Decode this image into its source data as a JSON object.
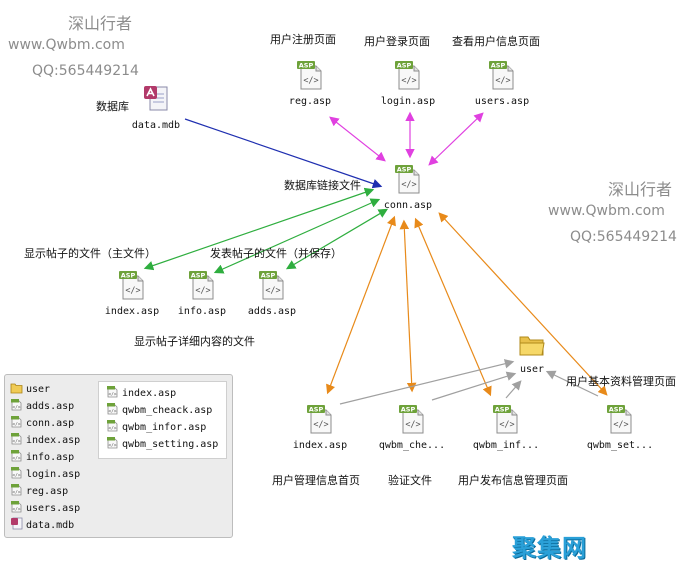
{
  "watermark_tl": {
    "name": "深山行者",
    "site": "www.Qwbm.com",
    "qq": "QQ:565449214"
  },
  "watermark_r": {
    "name": "深山行者",
    "site": "www.Qwbm.com",
    "qq": "QQ:565449214"
  },
  "nodes": {
    "reg": {
      "file": "reg.asp",
      "caption": "用户注册页面"
    },
    "login": {
      "file": "login.asp",
      "caption": "用户登录页面"
    },
    "users": {
      "file": "users.asp",
      "caption": "查看用户信息页面"
    },
    "db": {
      "file": "data.mdb",
      "caption": "数据库"
    },
    "conn": {
      "file": "conn.asp",
      "caption": "数据库链接文件"
    },
    "index": {
      "file": "index.asp",
      "caption": "显示帖子的文件（主文件）"
    },
    "info": {
      "file": "info.asp",
      "caption": "显示帖子详细内容的文件"
    },
    "adds": {
      "file": "adds.asp",
      "caption": "发表帖子的文件（并保存）"
    },
    "user": {
      "file": "user",
      "caption": "用户基本资料管理页面"
    },
    "u_index": {
      "file": "index.asp",
      "caption": "用户管理信息首页"
    },
    "u_cheack": {
      "file": "qwbm_che...",
      "caption": "验证文件"
    },
    "u_infor": {
      "file": "qwbm_inf...",
      "caption": "用户发布信息管理页面"
    },
    "u_setting": {
      "file": "qwbm_set..."
    }
  },
  "asp_badge": "ASP",
  "asp_glyph": "</>",
  "tree": {
    "root": [
      {
        "icon": "folder-icon",
        "label": "user"
      },
      {
        "icon": "asp-file-icon",
        "label": "adds.asp"
      },
      {
        "icon": "asp-file-icon",
        "label": "conn.asp"
      },
      {
        "icon": "asp-file-icon",
        "label": "index.asp"
      },
      {
        "icon": "asp-file-icon",
        "label": "info.asp"
      },
      {
        "icon": "asp-file-icon",
        "label": "login.asp"
      },
      {
        "icon": "asp-file-icon",
        "label": "reg.asp"
      },
      {
        "icon": "asp-file-icon",
        "label": "users.asp"
      },
      {
        "icon": "mdb-file-icon",
        "label": "data.mdb"
      }
    ],
    "user_folder": [
      {
        "icon": "asp-file-icon",
        "label": "index.asp"
      },
      {
        "icon": "asp-file-icon",
        "label": "qwbm_cheack.asp"
      },
      {
        "icon": "asp-file-icon",
        "label": "qwbm_infor.asp"
      },
      {
        "icon": "asp-file-icon",
        "label": "qwbm_setting.asp"
      }
    ]
  },
  "brand": "聚集网",
  "colors": {
    "magenta": "#e040e0",
    "blue": "#1f2fb0",
    "green": "#2fae3f",
    "orange": "#e88a1a",
    "gray": "#a0a0a0",
    "asp_badge": "#6ea23a"
  }
}
